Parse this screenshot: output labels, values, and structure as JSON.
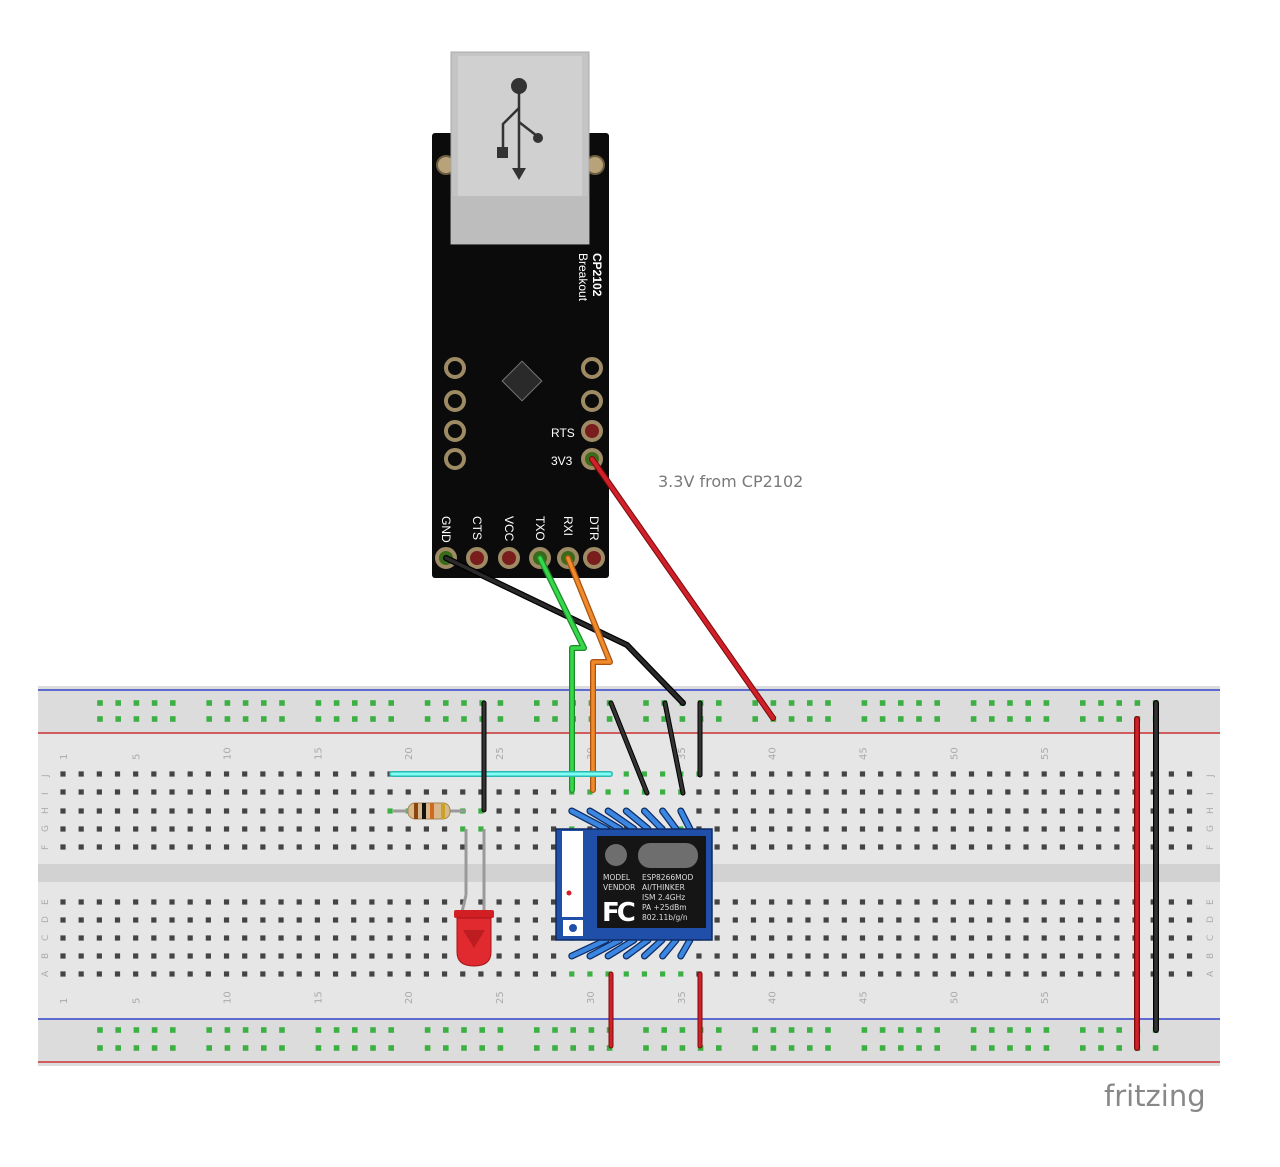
{
  "breakout": {
    "title_line1": "CP2102",
    "title_line2": "Breakout",
    "side_pins": [
      "RTS",
      "3V3"
    ],
    "bottom_pins": [
      "GND",
      "CTS",
      "VCC",
      "TXO",
      "RXI",
      "DTR"
    ]
  },
  "annotation": {
    "text": "3.3V from CP2102"
  },
  "breadboard": {
    "row_letters_top": [
      "J",
      "I",
      "H",
      "G",
      "F"
    ],
    "row_letters_bottom": [
      "E",
      "D",
      "C",
      "B",
      "A"
    ],
    "column_numbers": [
      "1",
      "5",
      "10",
      "15",
      "20",
      "25",
      "30",
      "35",
      "40",
      "45",
      "50",
      "55"
    ]
  },
  "esp_module": {
    "model_label": "MODEL",
    "vendor_label": "VENDOR",
    "model_value": "ESP8266MOD",
    "vendor_value": "AI/THINKER",
    "spec_1": "ISM 2.4GHz",
    "spec_2": "PA  +25dBm",
    "spec_3": "802.11b/g/n",
    "fcc_logo": "FC"
  },
  "wire_colors": {
    "red": "#c8102e",
    "black": "#1a1a1a",
    "green": "#2ecc40",
    "orange": "#e67e22",
    "cyan": "#5ff0e8",
    "esp_blue": "#1f4fa8",
    "pin_green": "#3cb043"
  },
  "brand": "fritzing"
}
